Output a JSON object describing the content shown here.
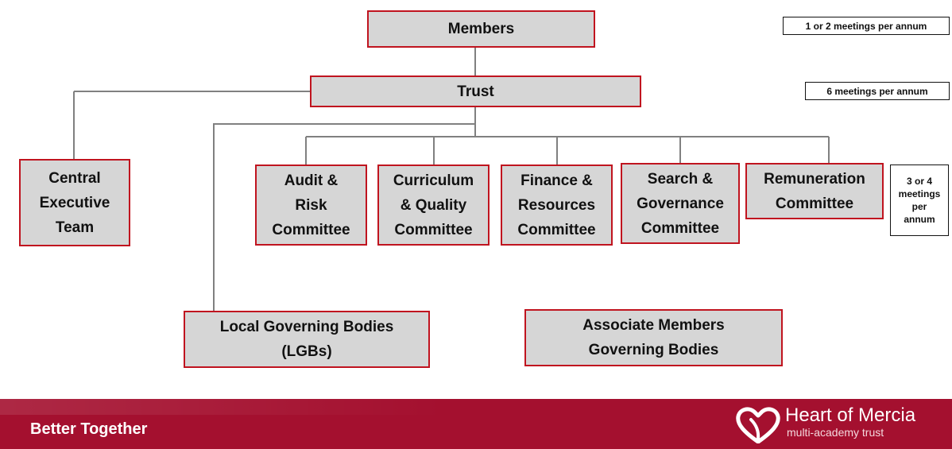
{
  "boxes": {
    "members": "Members",
    "trust": "Trust",
    "central_exec": [
      "Central",
      "Executive",
      "Team"
    ],
    "audit": [
      "Audit &",
      "Risk",
      "Committee"
    ],
    "curriculum": [
      "Curriculum",
      "& Quality",
      "Committee"
    ],
    "finance": [
      "Finance &",
      "Resources",
      "Committee"
    ],
    "search": [
      "Search &",
      "Governance",
      "Committee"
    ],
    "remuneration": [
      "Remuneration",
      "Committee"
    ],
    "lgb": [
      "Local Governing Bodies",
      "(LGBs)"
    ],
    "associate": [
      "Associate Members",
      "Governing Bodies"
    ]
  },
  "notes": {
    "members_freq": "1 or 2 meetings per annum",
    "trust_freq": "6 meetings per annum",
    "committee_freq": [
      "3 or 4",
      "meetings",
      "per",
      "annum"
    ]
  },
  "footer": {
    "tagline": "Better Together",
    "logo_name": "Heart of Mercia",
    "logo_sub": "multi-academy trust"
  },
  "colors": {
    "box_fill": "#d6d6d6",
    "box_border": "#c0141f",
    "connector": "#808080",
    "footer_bg": "#a4102f"
  },
  "icons": {
    "logo": "heart-icon"
  }
}
